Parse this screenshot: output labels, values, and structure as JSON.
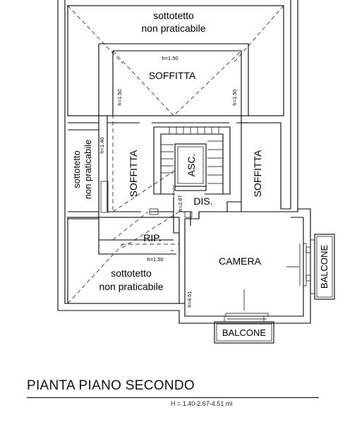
{
  "labels": {
    "attic_top_line1": "sottotetto",
    "attic_top_line2": "non praticabile",
    "soffitta_top": "SOFFITTA",
    "h_top": "h=1.50",
    "h_left_vert": "h=1.50",
    "h_right_vert": "h=1.50",
    "attic_left_line1": "sottotetto",
    "attic_left_line2": "non praticabile",
    "h_left_attic": "h=1.40",
    "soffitta_left": "SOFFITTA",
    "asc": "ASC.",
    "h_center": "h=2.67",
    "dis": "DIS.",
    "soffitta_right": "SOFFITTA",
    "rip": "RIP.",
    "h_bottom": "h=1.50",
    "attic_bottom_line1": "sottotetto",
    "attic_bottom_line2": "non praticabile",
    "camera": "CAMERA",
    "h_camera": "h=4.51",
    "balcone_right": "BALCONE",
    "balcone_bottom": "BALCONE"
  },
  "title": "PIANTA PIANO SECONDO",
  "subtitle": "H = 1.40-2.67-4.51 ml"
}
